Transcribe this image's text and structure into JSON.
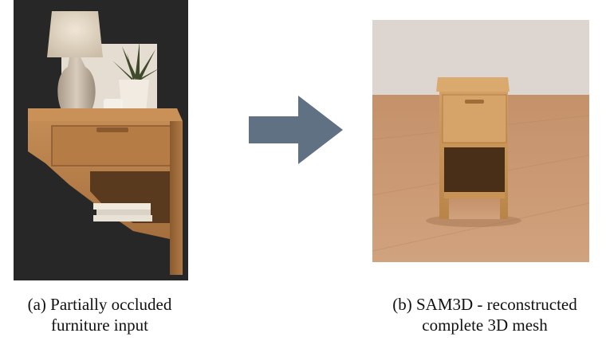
{
  "panels": {
    "input": {
      "caption_line1": "(a) Partially occluded",
      "caption_line2": "furniture input"
    },
    "output": {
      "caption_line1": "(b) SAM3D - reconstructed",
      "caption_line2": "complete 3D mesh"
    }
  },
  "arrow": {
    "icon": "right-arrow-icon",
    "color": "#5f7183"
  },
  "colors": {
    "dark_background": "#272727",
    "wood": "#b07a45",
    "floor": "#c99772",
    "wall": "#ddd6d0"
  }
}
